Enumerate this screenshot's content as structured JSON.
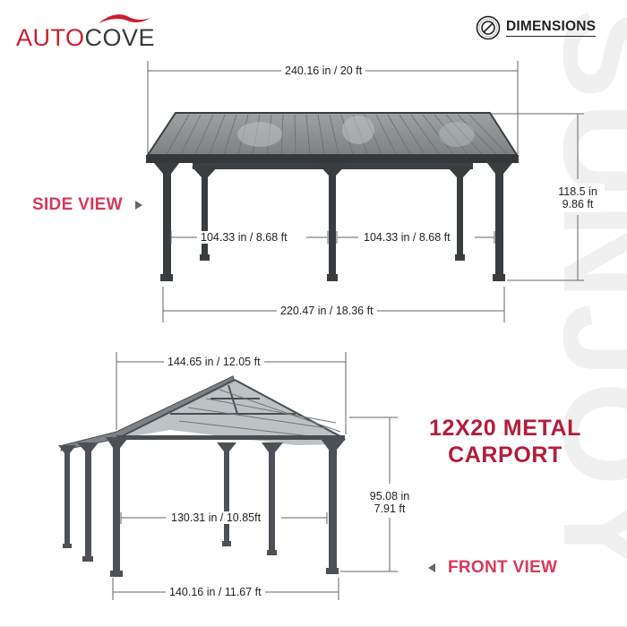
{
  "brand": {
    "logo_part1": "AUTO",
    "logo_part2": "COVE",
    "primary_color": "#c8202e",
    "secondary_color": "#3a3a3a"
  },
  "header": {
    "badge_icon": "dimensions-seal-icon",
    "badge_label": "DIMENSIONS"
  },
  "watermark": "SUNJOY",
  "product": {
    "title_line1": "12X20 METAL",
    "title_line2": "CARPORT",
    "title_color": "#b31d3d"
  },
  "side_view": {
    "label": "SIDE VIEW",
    "label_color": "#d6395a",
    "dimensions": {
      "overall_length": "240.16 in / 20 ft",
      "post_span_left": "104.33 in / 8.68 ft",
      "post_span_right": "104.33 in / 8.68 ft",
      "base_length": "220.47 in / 18.36 ft",
      "height_in": "118.5 in",
      "height_ft": "9.86 ft"
    }
  },
  "front_view": {
    "label": "FRONT VIEW",
    "label_color": "#d6395a",
    "dimensions": {
      "roof_width": "144.65 in / 12.05 ft",
      "inner_width": "130.31 in / 10.85ft",
      "base_width": "140.16 in / 11.67 ft",
      "height_in": "95.08 in",
      "height_ft": "7.91 ft"
    }
  }
}
